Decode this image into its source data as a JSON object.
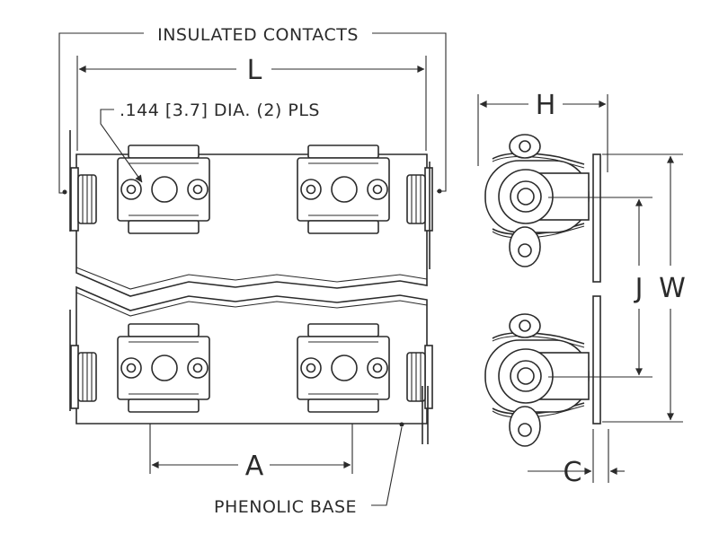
{
  "labels": {
    "insulated_contacts": "INSULATED CONTACTS",
    "hole_note": ".144 [3.7] DIA. (2) PLS",
    "phenolic_base": "PHENOLIC BASE",
    "dim_L": "L",
    "dim_A": "A",
    "dim_H": "H",
    "dim_J": "J",
    "dim_W": "W",
    "dim_C": "C"
  }
}
